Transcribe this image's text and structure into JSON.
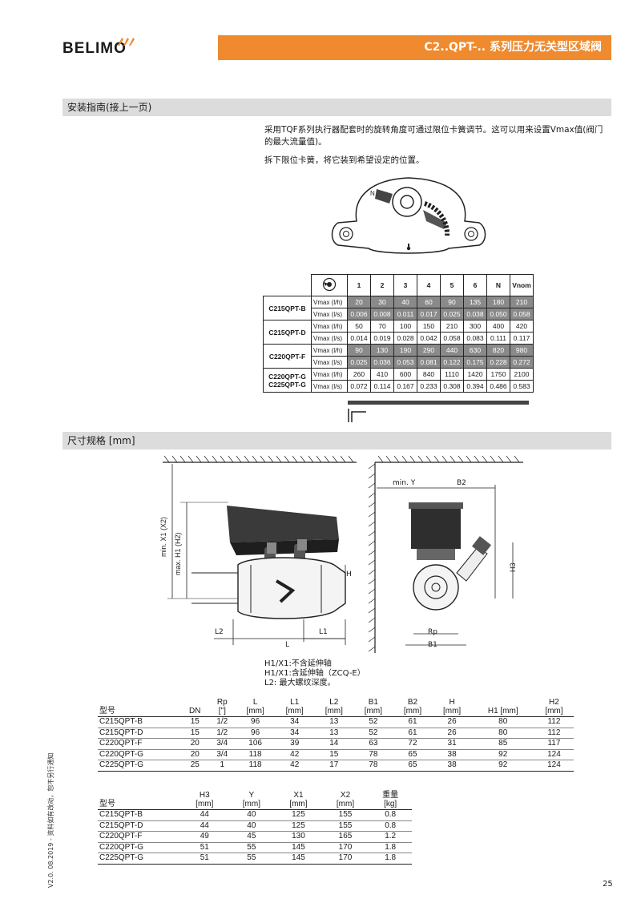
{
  "header": {
    "brand": "BELIMO",
    "title": "C2..QPT-.. 系列压力无关型区域阀"
  },
  "install": {
    "section_title": "安装指南(接上一页)",
    "para1_line1": "采用TQF系列执行器配套时的旋转角度可通过限位卡簧调节。这可以用来设置Vmax值(阀门",
    "para1_line2": "的最大流量值)。",
    "para2": "拆下限位卡簧，将它装到希望设定的位置。"
  },
  "flow_table": {
    "headers": [
      "1",
      "2",
      "3",
      "4",
      "5",
      "6",
      "N",
      "Vnom"
    ],
    "groups": [
      {
        "model": "C215QPT-B",
        "rows": [
          {
            "unit": "Vmax (l/h)",
            "shade": true,
            "values": [
              "20",
              "30",
              "40",
              "60",
              "90",
              "135",
              "180",
              "210"
            ]
          },
          {
            "unit": "Vmax (l/s)",
            "shade": true,
            "values": [
              "0.006",
              "0.008",
              "0.011",
              "0.017",
              "0.025",
              "0.038",
              "0.050",
              "0.058"
            ]
          }
        ]
      },
      {
        "model": "C215QPT-D",
        "rows": [
          {
            "unit": "Vmax (l/h)",
            "shade": false,
            "values": [
              "50",
              "70",
              "100",
              "150",
              "210",
              "300",
              "400",
              "420"
            ]
          },
          {
            "unit": "Vmax (l/s)",
            "shade": false,
            "values": [
              "0.014",
              "0.019",
              "0.028",
              "0.042",
              "0.058",
              "0.083",
              "0.111",
              "0.117"
            ]
          }
        ]
      },
      {
        "model": "C220QPT-F",
        "rows": [
          {
            "unit": "Vmax (l/h)",
            "shade": true,
            "values": [
              "90",
              "130",
              "190",
              "290",
              "440",
              "630",
              "820",
              "980"
            ]
          },
          {
            "unit": "Vmax (l/s)",
            "shade": true,
            "values": [
              "0.025",
              "0.036",
              "0.053",
              "0.081",
              "0.122",
              "0.175",
              "0.228",
              "0.272"
            ]
          }
        ]
      },
      {
        "model": "C220QPT-G\nC225QPT-G",
        "rows": [
          {
            "unit": "Vmax (l/h)",
            "shade": false,
            "values": [
              "260",
              "410",
              "600",
              "840",
              "1110",
              "1420",
              "1750",
              "2100"
            ]
          },
          {
            "unit": "Vmax (l/s)",
            "shade": false,
            "values": [
              "0.072",
              "0.114",
              "0.167",
              "0.233",
              "0.308",
              "0.394",
              "0.486",
              "0.583"
            ]
          }
        ]
      }
    ]
  },
  "dimensions": {
    "section_title": "尺寸规格 [mm]",
    "drawing_labels": {
      "min_x1": "min. X1 (X2)",
      "max_h1": "max. H1 (H2)",
      "h": "H",
      "l2": "L2",
      "l1": "L1",
      "l": "L",
      "min_y": "min. Y",
      "b2": "B2",
      "h3": "H3",
      "rp": "Rp",
      "b1": "B1"
    },
    "notes": [
      "H1/X1:不含延伸轴",
      "H1/X1:含延伸轴（ZCQ-E）",
      "L2: 最大螺纹深度。"
    ]
  },
  "table1": {
    "columns": [
      {
        "label": "型号",
        "unit": ""
      },
      {
        "label": "DN",
        "unit": ""
      },
      {
        "label": "Rp",
        "unit": "[\"]"
      },
      {
        "label": "L",
        "unit": "[mm]"
      },
      {
        "label": "L1",
        "unit": "[mm]"
      },
      {
        "label": "L2",
        "unit": "[mm]"
      },
      {
        "label": "B1",
        "unit": "[mm]"
      },
      {
        "label": "B2",
        "unit": "[mm]"
      },
      {
        "label": "H",
        "unit": "[mm]"
      },
      {
        "label": "H1 [mm]",
        "unit": ""
      },
      {
        "label": "H2",
        "unit": "[mm]"
      }
    ],
    "rows": [
      [
        "C215QPT-B",
        "15",
        "1/2",
        "96",
        "34",
        "13",
        "52",
        "61",
        "26",
        "80",
        "112"
      ],
      [
        "C215QPT-D",
        "15",
        "1/2",
        "96",
        "34",
        "13",
        "52",
        "61",
        "26",
        "80",
        "112"
      ],
      [
        "C220QPT-F",
        "20",
        "3/4",
        "106",
        "39",
        "14",
        "63",
        "72",
        "31",
        "85",
        "117"
      ],
      [
        "C220QPT-G",
        "20",
        "3/4",
        "118",
        "42",
        "15",
        "78",
        "65",
        "38",
        "92",
        "124"
      ],
      [
        "C225QPT-G",
        "25",
        "1",
        "118",
        "42",
        "17",
        "78",
        "65",
        "38",
        "92",
        "124"
      ]
    ]
  },
  "table2": {
    "columns": [
      {
        "label": "型号",
        "unit": ""
      },
      {
        "label": "H3",
        "unit": "[mm]"
      },
      {
        "label": "Y",
        "unit": "[mm]"
      },
      {
        "label": "X1",
        "unit": "[mm]"
      },
      {
        "label": "X2",
        "unit": "[mm]"
      },
      {
        "label": "重量",
        "unit": "[kg]"
      }
    ],
    "rows": [
      [
        "C215QPT-B",
        "44",
        "40",
        "125",
        "155",
        "0.8"
      ],
      [
        "C215QPT-D",
        "44",
        "40",
        "125",
        "155",
        "0.8"
      ],
      [
        "C220QPT-F",
        "49",
        "45",
        "130",
        "165",
        "1.2"
      ],
      [
        "C220QPT-G",
        "51",
        "55",
        "145",
        "170",
        "1.8"
      ],
      [
        "C225QPT-G",
        "51",
        "55",
        "145",
        "170",
        "1.8"
      ]
    ]
  },
  "footer": {
    "version": "V2.0. 08.2019 - 资料如有改动，恕不另行通知",
    "page_number": "25"
  }
}
